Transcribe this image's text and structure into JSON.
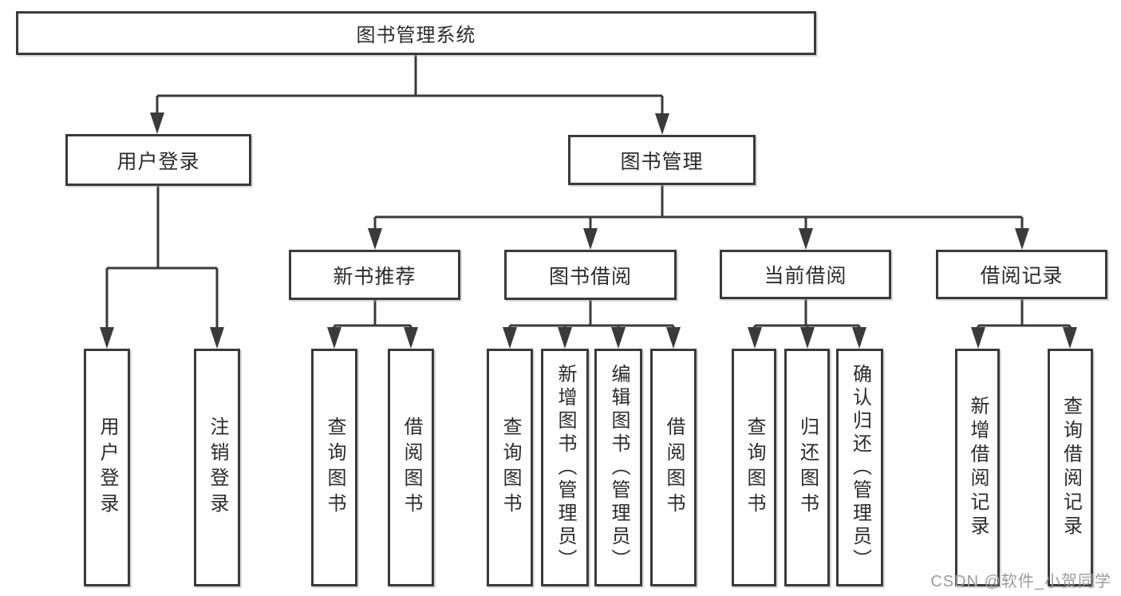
{
  "diagram_title": "图书管理系统",
  "colors": {
    "line": "#3a3a3a",
    "box_border": "#3a3a3a",
    "box_background": "#ffffff",
    "text": "#2b2b2b",
    "watermark": "#9b9b9b",
    "page_background": "#ffffff"
  },
  "tree": {
    "root": {
      "label": "图书管理系统",
      "children": [
        {
          "label": "用户登录",
          "children": [
            {
              "label": "用户登录"
            },
            {
              "label": "注销登录"
            }
          ]
        },
        {
          "label": "图书管理",
          "children": [
            {
              "label": "新书推荐",
              "children": [
                {
                  "label": "查询图书"
                },
                {
                  "label": "借阅图书"
                }
              ]
            },
            {
              "label": "图书借阅",
              "children": [
                {
                  "label": "查询图书"
                },
                {
                  "label": "新增图书（管理员）"
                },
                {
                  "label": "编辑图书（管理员）"
                },
                {
                  "label": "借阅图书"
                }
              ]
            },
            {
              "label": "当前借阅",
              "children": [
                {
                  "label": "查询图书"
                },
                {
                  "label": "归还图书"
                },
                {
                  "label": "确认归还（管理员）"
                }
              ]
            },
            {
              "label": "借阅记录",
              "children": [
                {
                  "label": "新增借阅记录"
                },
                {
                  "label": "查询借阅记录"
                }
              ]
            }
          ]
        }
      ]
    }
  },
  "watermark": {
    "text": "CSDN @软件_小贺同学"
  }
}
